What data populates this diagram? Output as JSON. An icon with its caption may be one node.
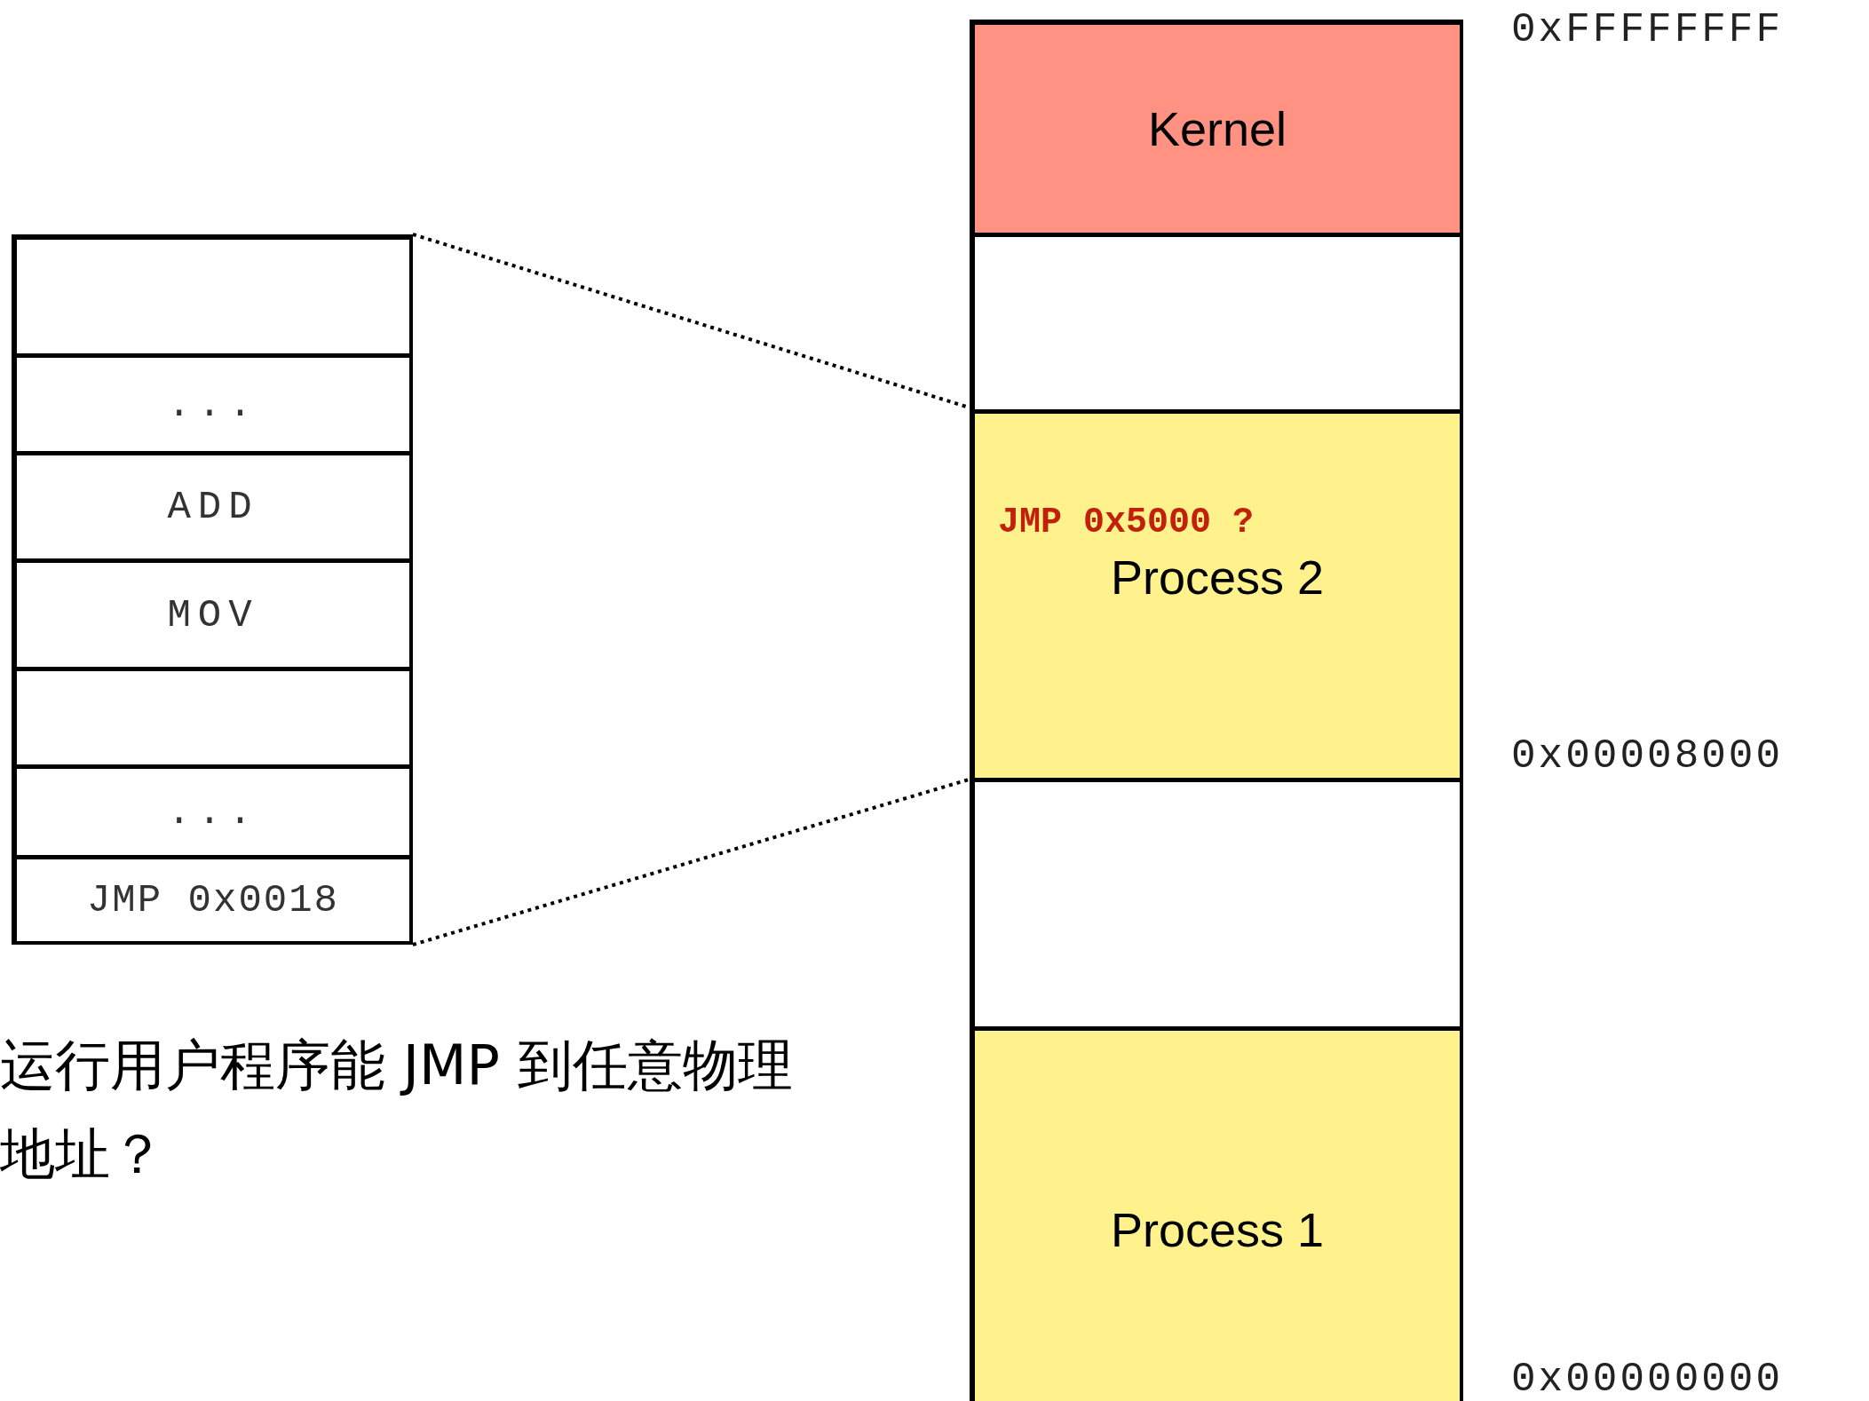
{
  "diagram": {
    "nodes": [
      {
        "text": [],
        "shape": "box"
      },
      {
        "text": [],
        "shape": "box",
        "in": 0
      },
      {
        "text": [
          "..."
        ],
        "in": 0
      },
      {
        "text": [
          "ADD"
        ],
        "in": 0
      },
      {
        "text": [
          "MOV"
        ],
        "in": 0
      },
      {
        "text": [],
        "shape": "box",
        "in": 0
      },
      {
        "text": [
          "..."
        ],
        "in": 0
      },
      {
        "text": [
          "JMP 0x0018"
        ],
        "in": 0
      },
      {
        "text": [],
        "shape": "box"
      },
      {
        "text": [
          "Kernel"
        ],
        "in": 8
      },
      {
        "text": [],
        "shape": "box",
        "in": 8
      },
      {
        "text": [
          "JMP 0x5000 ?",
          "Process 2"
        ],
        "in": 8
      },
      {
        "text": [],
        "shape": "box",
        "in": 8
      },
      {
        "text": [
          "Process 1"
        ],
        "in": 8
      }
    ],
    "edges": [
      {
        "from": 0,
        "to": 11,
        "arrow": "none",
        "style": "dashed"
      },
      {
        "from": 0,
        "to": 11,
        "arrow": "none",
        "style": "dashed"
      }
    ],
    "labels": [
      "0xFFFFFFFF",
      "0x00008000",
      "运行用户程序能 JMP 到任意物理地址？",
      "0x00000000"
    ]
  }
}
